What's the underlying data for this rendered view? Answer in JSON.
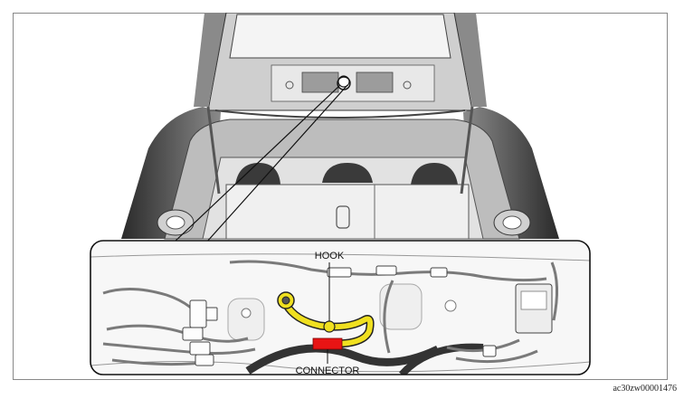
{
  "labels": {
    "hook": "HOOK",
    "connector": "CONNECTOR"
  },
  "figure_code": "ac30zw00001476",
  "colors": {
    "harness": "#f0e020",
    "connector": "#e81414",
    "line": "#111111"
  }
}
